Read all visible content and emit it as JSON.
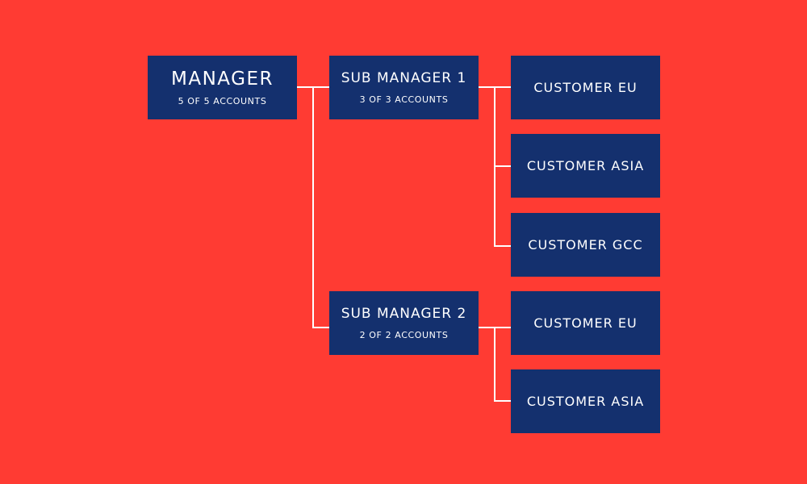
{
  "colors": {
    "background": "#FF3B33",
    "box_fill": "#14306E",
    "text": "#FFFFFF",
    "connector": "#FFFFFF"
  },
  "manager": {
    "title": "MANAGER",
    "subtitle": "5 OF 5 ACCOUNTS"
  },
  "sub_managers": [
    {
      "title": "SUB MANAGER 1",
      "subtitle": "3 OF 3 ACCOUNTS",
      "customers": [
        {
          "title": "CUSTOMER EU"
        },
        {
          "title": "CUSTOMER ASIA"
        },
        {
          "title": "CUSTOMER GCC"
        }
      ]
    },
    {
      "title": "SUB MANAGER 2",
      "subtitle": "2 OF 2 ACCOUNTS",
      "customers": [
        {
          "title": "CUSTOMER EU"
        },
        {
          "title": "CUSTOMER ASIA"
        }
      ]
    }
  ]
}
